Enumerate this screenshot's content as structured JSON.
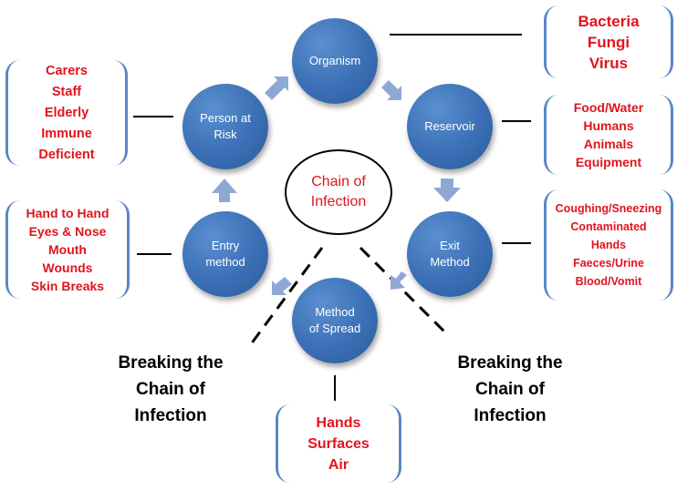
{
  "diagram": {
    "center_label": "Chain of\nInfection",
    "nodes": {
      "organism": "Organism",
      "reservoir": "Reservoir",
      "exit_method": "Exit\nMethod",
      "method_of_spread": "Method\nof Spread",
      "entry_method": "Entry\nmethod",
      "person_at_risk": "Person at\nRisk"
    },
    "boxes": {
      "organism": "Bacteria\nFungi\nVirus",
      "reservoir": "Food/Water\nHumans\nAnimals\nEquipment",
      "exit": "Coughing/Sneezing\nContaminated\nHands\nFaeces/Urine\nBlood/Vomit",
      "spread": "Hands\nSurfaces\nAir",
      "entry": "Hand to Hand\nEyes & Nose\nMouth\nWounds\nSkin Breaks",
      "person": "Carers\nStaff\nElderly\nImmune\nDeficient"
    },
    "breaking_left": "Breaking the\nChain  of\nInfection",
    "breaking_right": "Breaking the\nChain  of\nInfection",
    "colors": {
      "node_fill": "#3b6fb5",
      "bracket": "#5b86c4",
      "highlight_text": "#e0141e",
      "arrow": "#8ea8d6"
    }
  }
}
